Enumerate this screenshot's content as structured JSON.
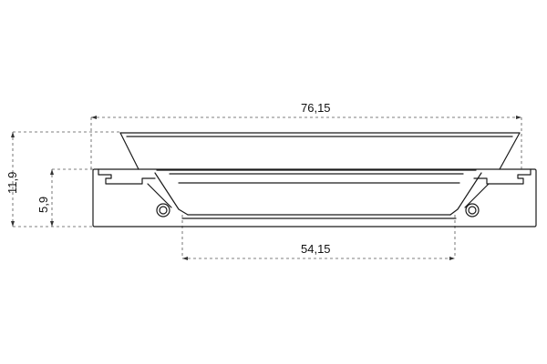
{
  "drawing": {
    "subject": "oil seal cross-section",
    "dimensions": {
      "outer_diameter": "76,15",
      "inner_diameter": "54,15",
      "total_height": "11,9",
      "body_height": "5,9"
    },
    "colors": {
      "line": "#1a1a1a",
      "dimension_line": "#555555",
      "background": "#ffffff"
    }
  }
}
